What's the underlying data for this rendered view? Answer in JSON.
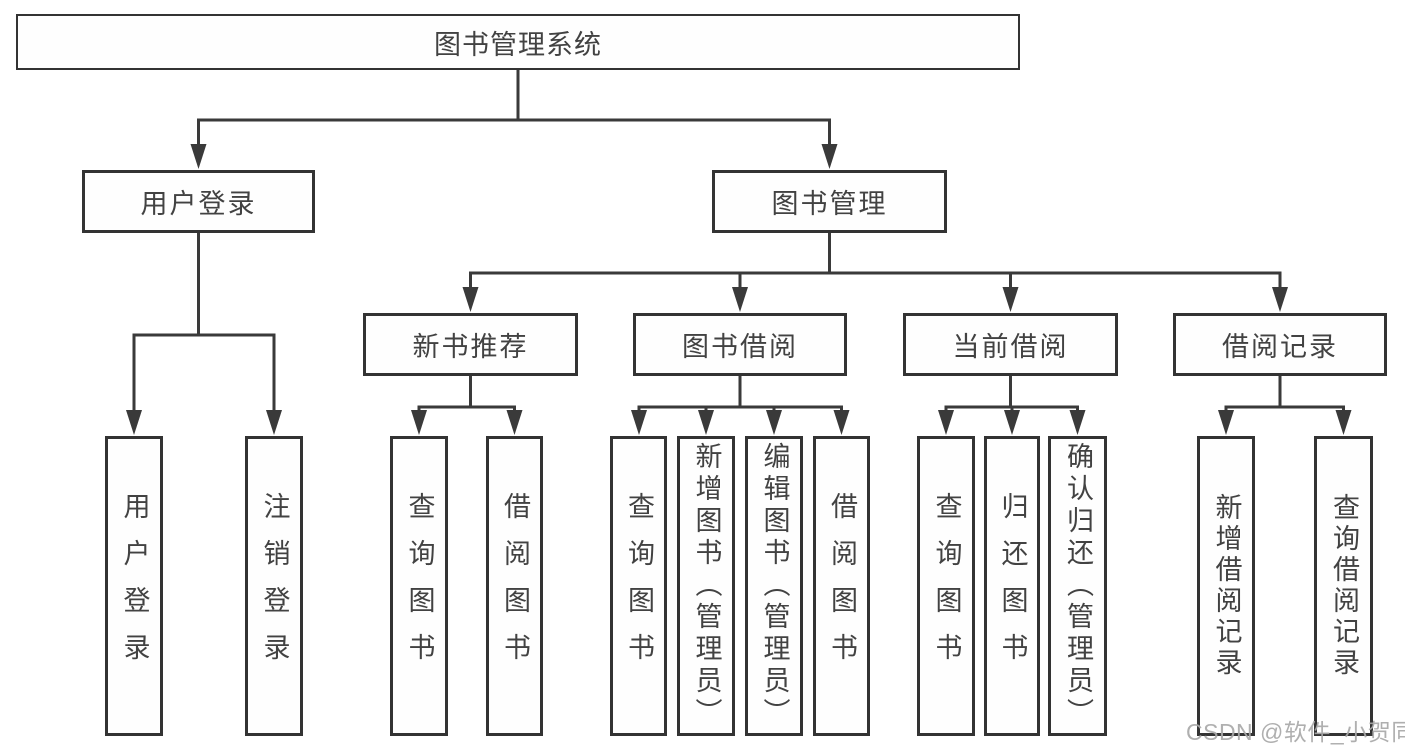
{
  "nodes": {
    "root": "图书管理系统",
    "level2": [
      {
        "label": "用户登录"
      },
      {
        "label": "图书管理"
      }
    ],
    "level3": [
      {
        "label": "新书推荐",
        "parent": "图书管理"
      },
      {
        "label": "图书借阅",
        "parent": "图书管理"
      },
      {
        "label": "当前借阅",
        "parent": "图书管理"
      },
      {
        "label": "借阅记录",
        "parent": "图书管理"
      }
    ],
    "leaves": [
      {
        "label": "用户登录",
        "parent": "用户登录"
      },
      {
        "label": "注销登录",
        "parent": "用户登录"
      },
      {
        "label": "查询图书",
        "parent": "新书推荐"
      },
      {
        "label": "借阅图书",
        "parent": "新书推荐"
      },
      {
        "label": "查询图书",
        "parent": "图书借阅"
      },
      {
        "label": "新增图书（管理员）",
        "parent": "图书借阅"
      },
      {
        "label": "编辑图书（管理员）",
        "parent": "图书借阅"
      },
      {
        "label": "借阅图书",
        "parent": "图书借阅"
      },
      {
        "label": "查询图书",
        "parent": "当前借阅"
      },
      {
        "label": "归还图书",
        "parent": "当前借阅"
      },
      {
        "label": "确认归还（管理员）",
        "parent": "当前借阅"
      },
      {
        "label": "新增借阅记录",
        "parent": "借阅记录"
      },
      {
        "label": "查询借阅记录",
        "parent": "借阅记录"
      }
    ]
  },
  "watermark": "CSDN @软件_小贺同学",
  "colors": {
    "line": "#3a3a3a",
    "border": "#333333",
    "text": "#424242",
    "watermark": "#a8a8a8"
  }
}
